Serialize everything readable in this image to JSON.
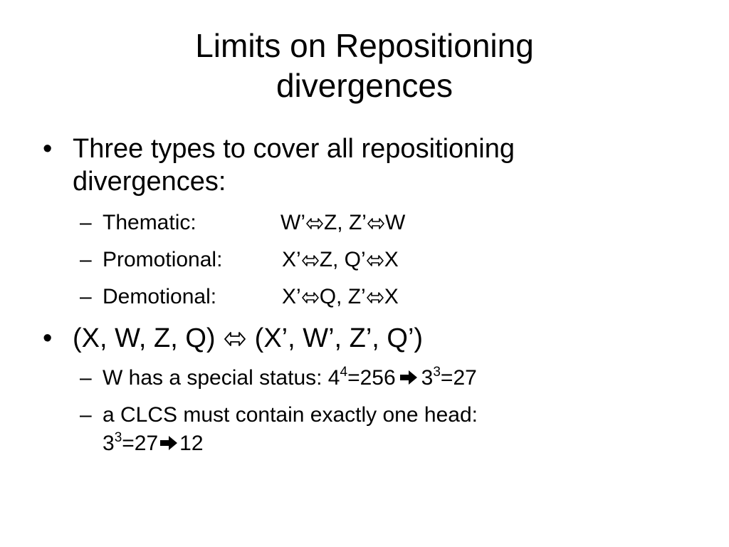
{
  "slide": {
    "title_line1": "Limits on Repositioning",
    "title_line2": "divergences",
    "bullet1": {
      "marker": "•",
      "line1": "Three types to cover all repositioning",
      "line2": "divergences:"
    },
    "sub_marker": "–",
    "sub_items": [
      {
        "label": "Thematic:",
        "a1": "W’",
        "b1": "Z, Z’",
        "c1": "W"
      },
      {
        "label": "Promotional:",
        "a1": "X’",
        "b1": "Z,  Q’",
        "c1": "X"
      },
      {
        "label": "Demotional:",
        "a1": "X’",
        "b1": "Q,  Z’",
        "c1": "X"
      }
    ],
    "bullet2": {
      "marker": "•",
      "left": "(X, W, Z, Q)",
      "right": "(X’, W’, Z’, Q’)"
    },
    "sub2_items": [
      {
        "pre": "W has a special status: 4",
        "sup1": "4",
        "mid": "=256",
        "post_base": "3",
        "sup2": "3",
        "post": "=27"
      },
      {
        "line1": "a CLCS must contain exactly one head:",
        "base": "3",
        "sup": "3",
        "mid": "=27",
        "end": "12"
      }
    ],
    "icons": {
      "double_arrow": "left-right-double-arrow-icon",
      "right_arrow": "bold-right-arrow-icon"
    },
    "text_color": "#000000",
    "background": "#ffffff"
  }
}
